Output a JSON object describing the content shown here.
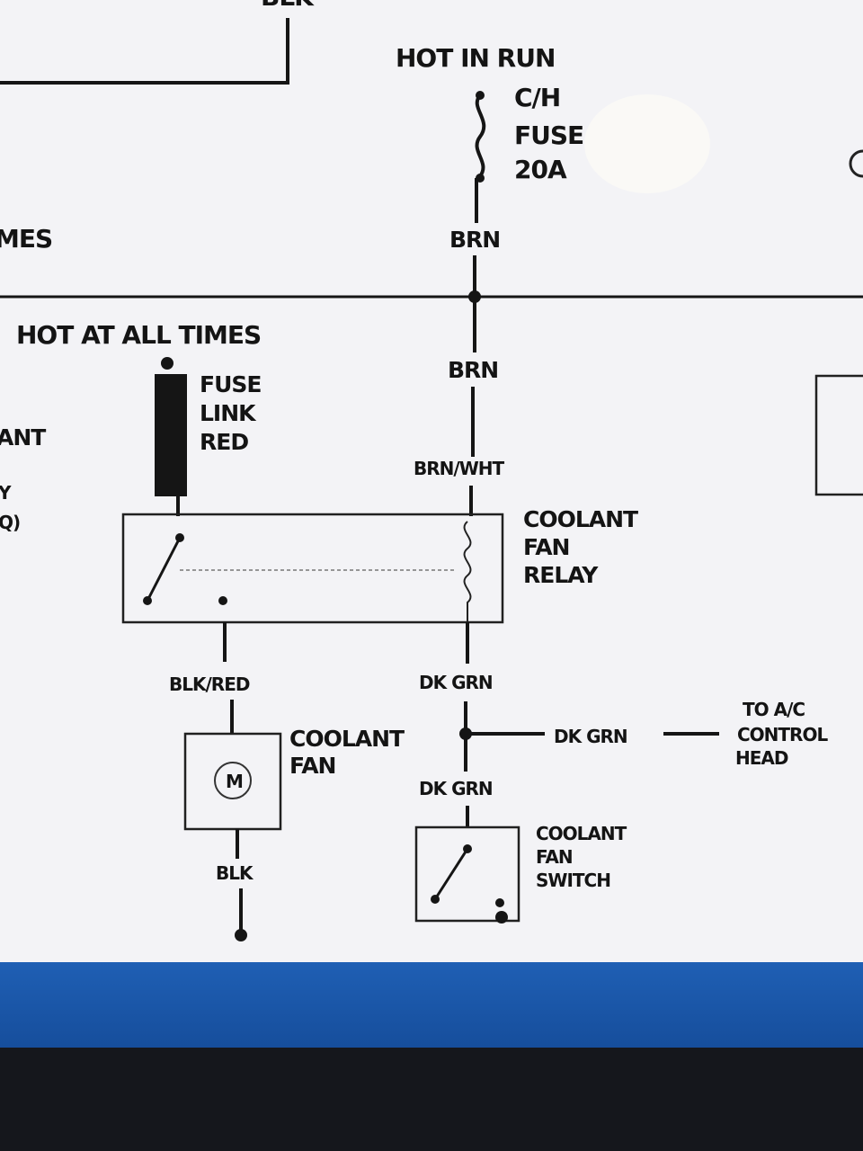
{
  "diagram": {
    "top_left_label": "BLK",
    "power_sources": {
      "hot_in_run": "HOT IN RUN",
      "hot_at_all_times": "HOT AT ALL TIMES"
    },
    "fuse": {
      "line1": "C/H",
      "line2": "FUSE",
      "line3": "20A"
    },
    "fuse_link": {
      "line1": "FUSE",
      "line2": "LINK",
      "line3": "RED"
    },
    "left_cutoff": {
      "times": "MES",
      "ant": "ANT",
      "y": "Y",
      "q": "Q)"
    },
    "wires": {
      "brn_upper": "BRN",
      "brn_lower": "BRN",
      "brn_wht": "BRN/WHT",
      "blk_red": "BLK/RED",
      "dk_grn_top": "DK GRN",
      "dk_grn_branch": "DK GRN",
      "dk_grn_bottom": "DK GRN",
      "blk": "BLK"
    },
    "relay": {
      "line1": "COOLANT",
      "line2": "FAN",
      "line3": "RELAY"
    },
    "fan": {
      "line1": "COOLANT",
      "line2": "FAN",
      "motor": "M"
    },
    "switch": {
      "line1": "COOLANT",
      "line2": "FAN",
      "line3": "SWITCH"
    },
    "ac_head": {
      "line1": "TO A/C",
      "line2": "CONTROL",
      "line3": "HEAD"
    }
  }
}
